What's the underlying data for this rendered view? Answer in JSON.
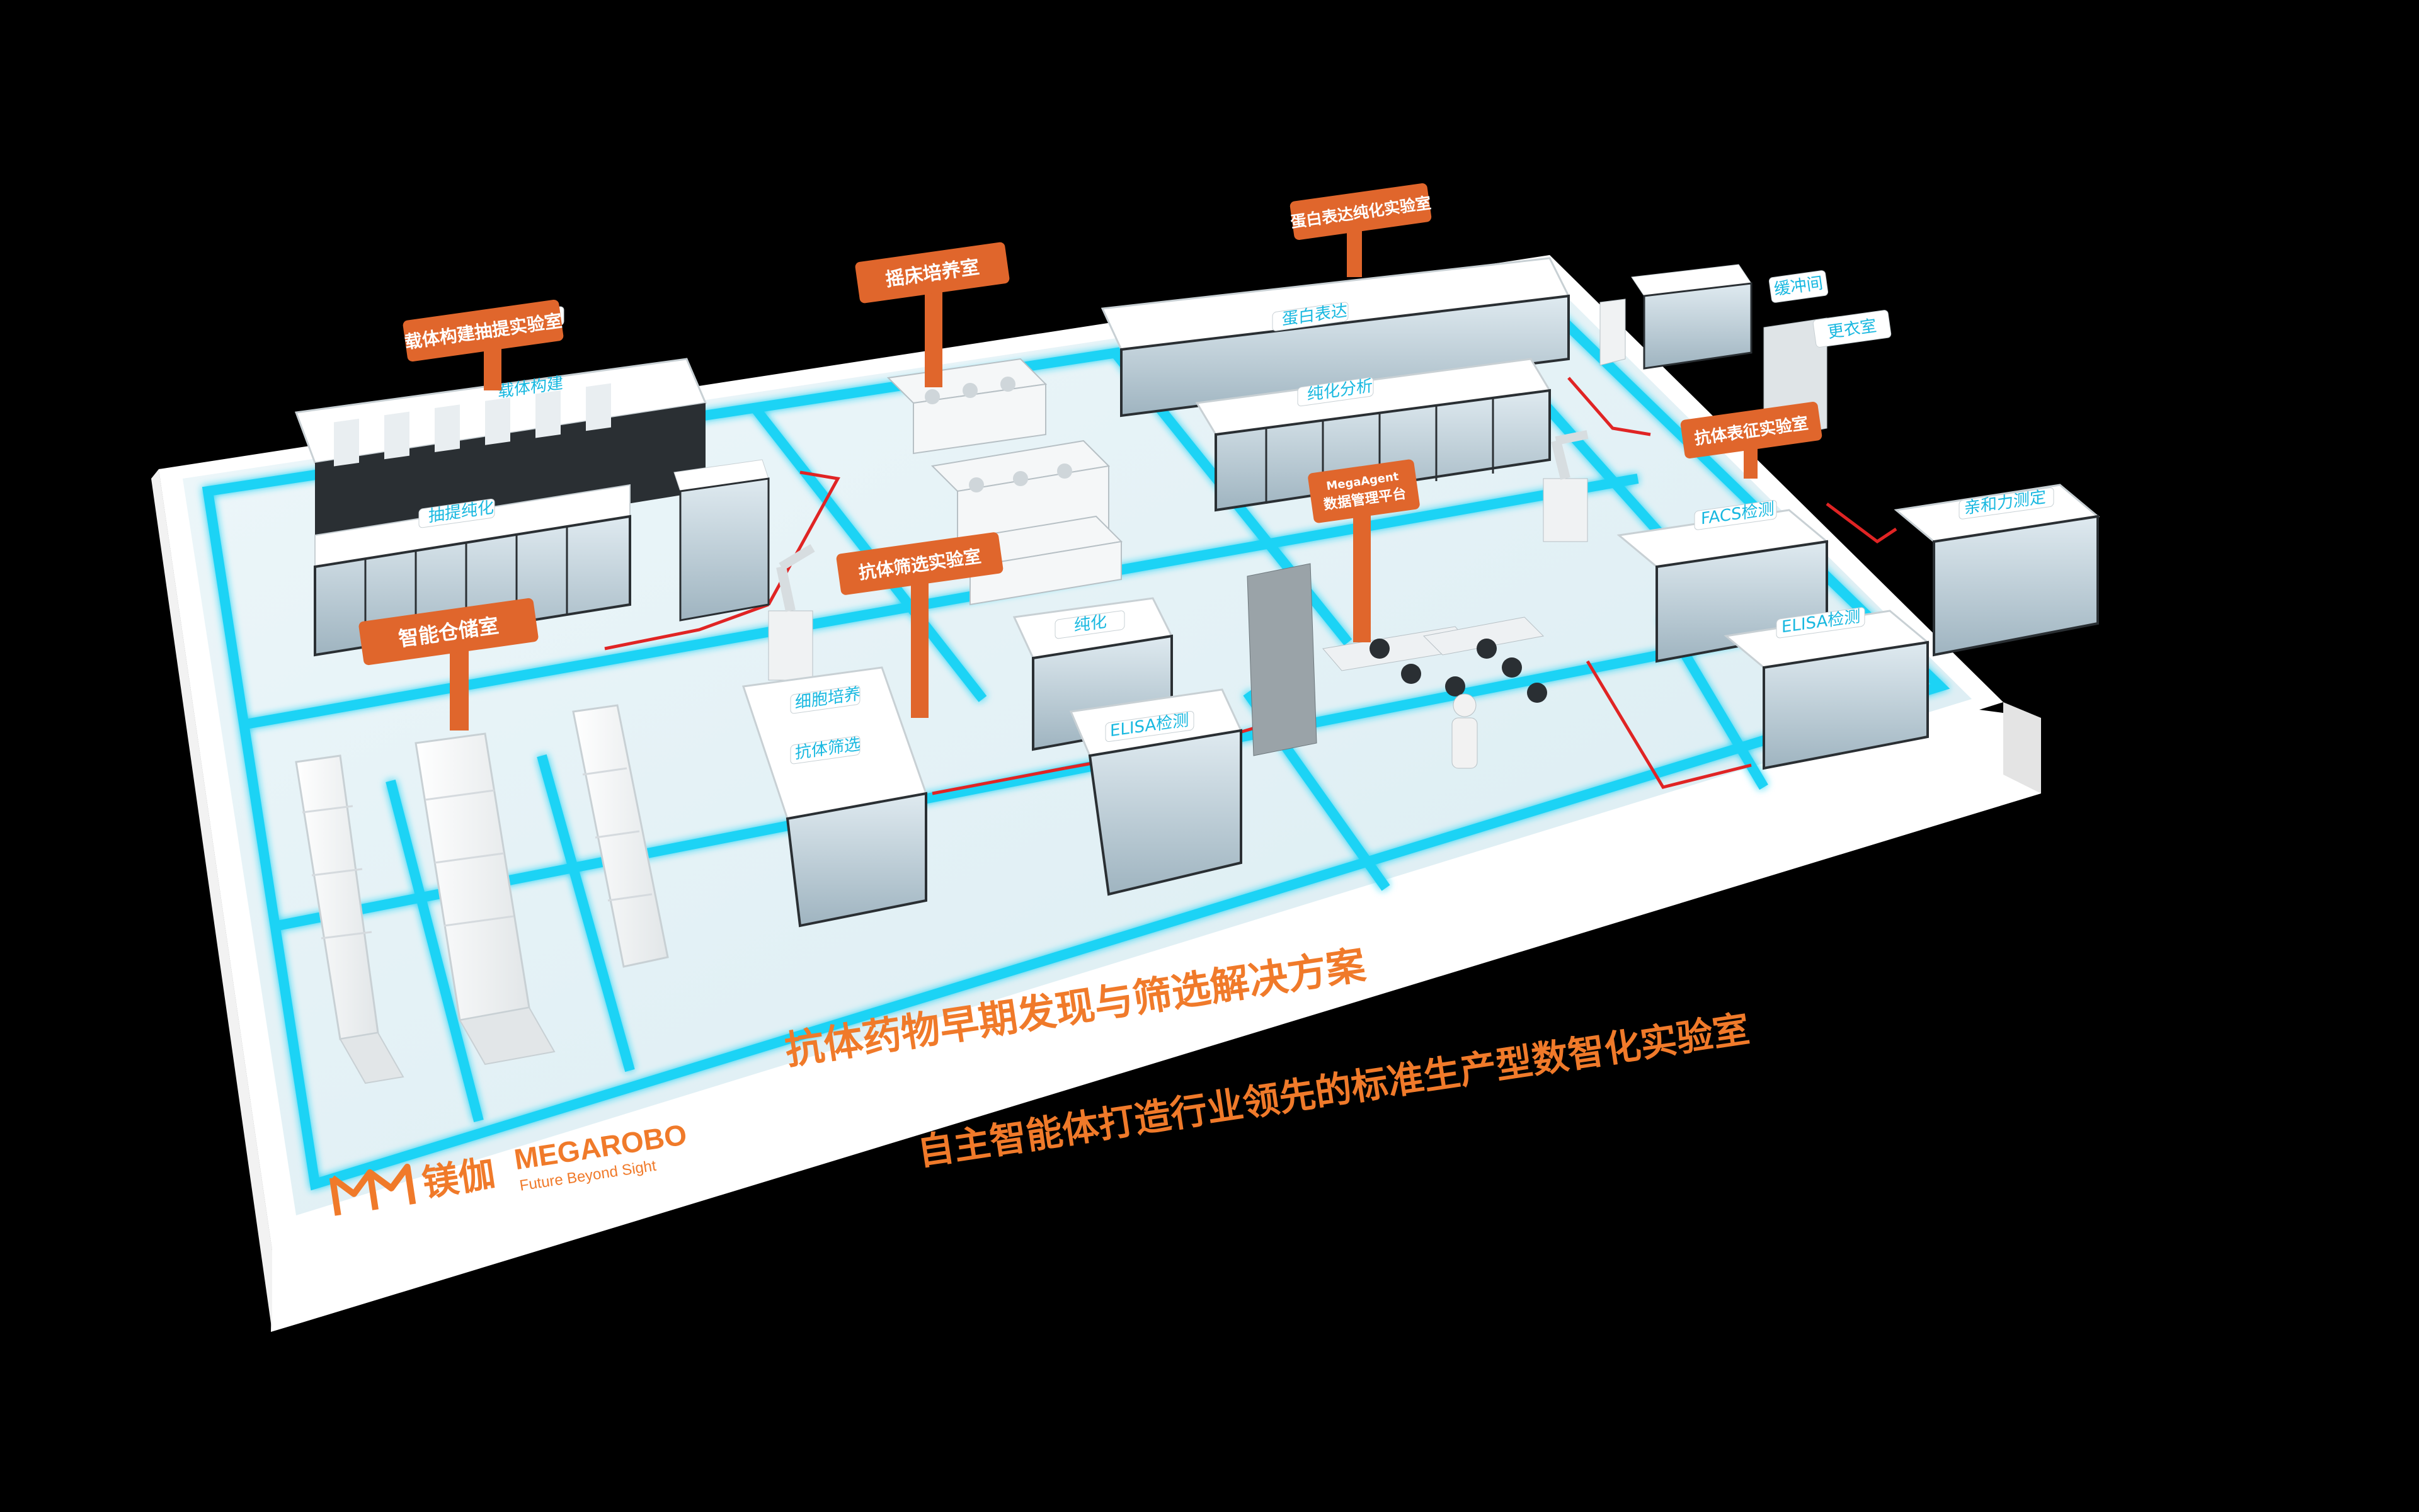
{
  "colors": {
    "accent": "#f07a2a",
    "sign": "#e0662c",
    "lane": "#1fd3f5",
    "redline": "#e02424",
    "floor": "#e7f3f7",
    "base": "#ffffff"
  },
  "signs": {
    "vector_lab": "载体构建抽提实验室",
    "shaker_room": "摇床培养室",
    "protein_lab": "蛋白表达纯化实验室",
    "gowning": "更衣室",
    "buffer": "缓冲间",
    "characterization_lab": "抗体表征实验室",
    "screening_lab": "抗体筛选实验室",
    "warehouse": "智能仓储室",
    "mega_agent_name": "MegaAgent",
    "mega_agent_desc": "数据管理平台"
  },
  "station_labels": {
    "vector_top": "载体构建",
    "vector_main": "抽提纯化",
    "protein_top": "蛋白表达",
    "protein_main": "纯化分析",
    "facs": "FACS检测",
    "affinity": "亲和力测定",
    "elisa_right": "ELISA检测",
    "elisa_center": "ELISA检测",
    "cell_culture": "细胞培养",
    "antibody_screen": "抗体筛选",
    "purify": "纯化"
  },
  "headline": {
    "line1": "抗体药物早期发现与筛选解决方案",
    "line2": "自主智能体打造行业领先的标准生产型数智化实验室"
  },
  "brand": {
    "name_cn": "镁伽",
    "name_en": "MEGAROBO",
    "tagline": "Future Beyond Sight",
    "logo_icon": "megarobo-logo-icon"
  }
}
